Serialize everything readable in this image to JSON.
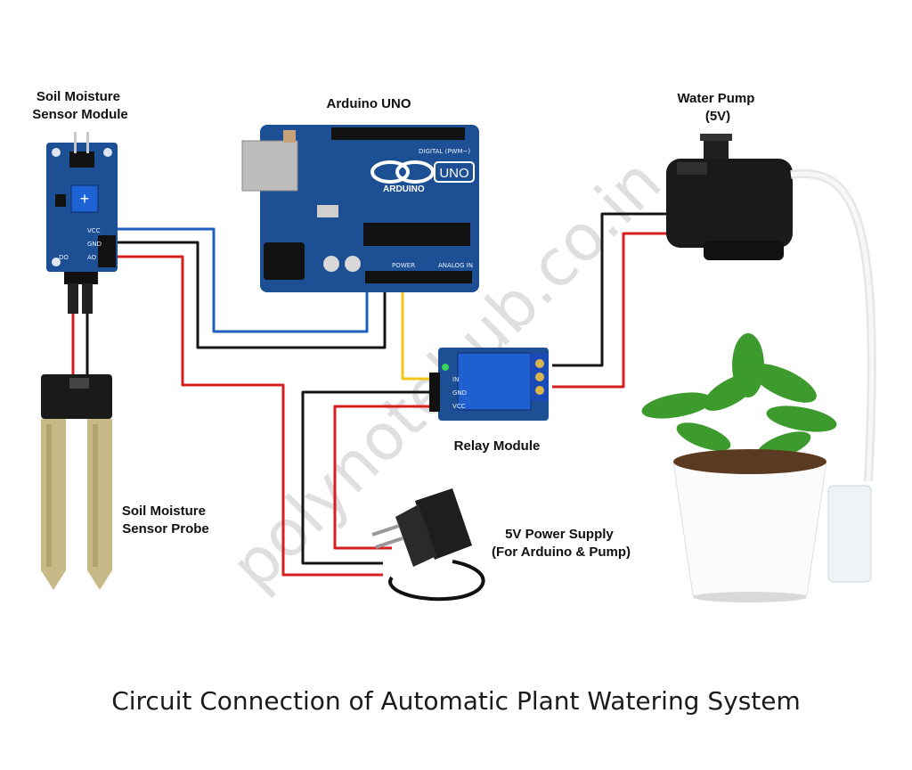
{
  "labels": {
    "soil_sensor_module": [
      "Soil Moisture",
      "Sensor Module"
    ],
    "arduino": "Arduino UNO",
    "water_pump": [
      "Water Pump",
      "(5V)"
    ],
    "relay": "Relay Module",
    "power_supply": [
      "5V Power Supply",
      "(For Arduino & Pump)"
    ],
    "soil_probe": [
      "Soil Moisture",
      "Sensor Probe"
    ]
  },
  "pins": {
    "sensor": [
      "VCC",
      "GND",
      "AO",
      "DO"
    ],
    "relay": [
      "IN",
      "GND",
      "VCC"
    ],
    "arduino_header": [
      "DIGITAL (PWM~)",
      "POWER",
      "ANALOG IN",
      "ARDUINO",
      "UNO"
    ]
  },
  "watermark": "polynotehub.co.in",
  "caption": "Circuit Connection of Automatic Plant Watering System",
  "colors": {
    "wire_red": "#d41f1f",
    "wire_black": "#151515",
    "wire_blue": "#1f5fc0",
    "wire_yellow": "#f2c51c",
    "pcb_blue": "#1c4f93"
  }
}
